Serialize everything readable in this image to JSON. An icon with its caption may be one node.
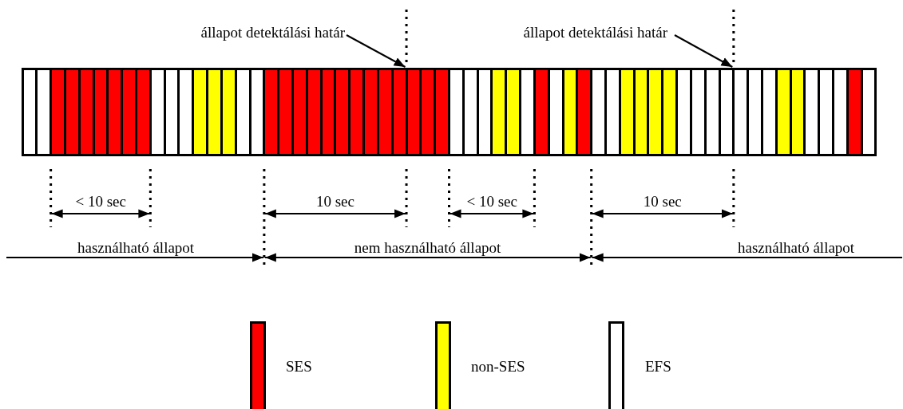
{
  "diagram": {
    "nodes": [
      {
        "text": [
          "állapot detektálási határ"
        ]
      },
      {
        "text": [
          "állapot detektálási határ"
        ]
      },
      {
        "text": [],
        "shape": "bar"
      },
      {
        "text": [],
        "shape": "bar"
      },
      {
        "text": [],
        "shape": "bar"
      },
      {
        "text": [],
        "shape": "bar"
      },
      {
        "text": [],
        "shape": "bar"
      },
      {
        "text": [],
        "shape": "bar"
      },
      {
        "text": [],
        "shape": "bar"
      },
      {
        "text": [],
        "shape": "bar"
      },
      {
        "text": [],
        "shape": "bar"
      },
      {
        "text": [],
        "shape": "bar"
      },
      {
        "text": [],
        "shape": "bar"
      },
      {
        "text": [],
        "shape": "bar"
      },
      {
        "text": [],
        "shape": "bar"
      },
      {
        "text": [],
        "shape": "bar"
      },
      {
        "text": [],
        "shape": "bar"
      },
      {
        "text": [],
        "shape": "bar"
      },
      {
        "text": [],
        "shape": "bar"
      },
      {
        "text": [],
        "shape": "bar"
      },
      {
        "text": [],
        "shape": "bar"
      },
      {
        "text": [],
        "shape": "bar"
      },
      {
        "text": [],
        "shape": "bar"
      },
      {
        "text": [],
        "shape": "bar"
      },
      {
        "text": [],
        "shape": "bar"
      },
      {
        "text": [],
        "shape": "bar"
      },
      {
        "text": [],
        "shape": "bar"
      },
      {
        "text": [],
        "shape": "bar"
      },
      {
        "text": [],
        "shape": "bar"
      },
      {
        "text": [],
        "shape": "bar"
      },
      {
        "text": [],
        "shape": "bar"
      },
      {
        "text": [],
        "shape": "bar"
      },
      {
        "text": [],
        "shape": "bar"
      },
      {
        "text": [],
        "shape": "bar"
      },
      {
        "text": [],
        "shape": "bar"
      },
      {
        "text": [],
        "shape": "bar"
      },
      {
        "text": [],
        "shape": "bar"
      },
      {
        "text": [],
        "shape": "bar"
      },
      {
        "text": [],
        "shape": "bar"
      },
      {
        "text": [],
        "shape": "bar"
      },
      {
        "text": [],
        "shape": "bar"
      },
      {
        "text": [],
        "shape": "bar"
      },
      {
        "text": [],
        "shape": "bar"
      },
      {
        "text": [],
        "shape": "bar"
      },
      {
        "text": [],
        "shape": "bar"
      },
      {
        "text": [],
        "shape": "bar"
      },
      {
        "text": [],
        "shape": "bar"
      },
      {
        "text": [],
        "shape": "bar"
      },
      {
        "text": [],
        "shape": "bar"
      },
      {
        "text": [],
        "shape": "bar"
      },
      {
        "text": [],
        "shape": "bar"
      },
      {
        "text": [],
        "shape": "bar"
      },
      {
        "text": [],
        "shape": "bar"
      },
      {
        "text": [],
        "shape": "bar"
      },
      {
        "text": [],
        "shape": "bar"
      },
      {
        "text": [],
        "shape": "bar"
      },
      {
        "text": [],
        "shape": "bar"
      },
      {
        "text": [],
        "shape": "bar"
      },
      {
        "text": [],
        "shape": "bar"
      },
      {
        "text": [],
        "shape": "bar"
      },
      {
        "text": [],
        "shape": "bar"
      },
      {
        "text": [],
        "shape": "bar"
      }
    ],
    "edges": [
      {
        "from": 0,
        "to": 28,
        "arrow": "to"
      },
      {
        "from": 1,
        "to": 51,
        "arrow": "to"
      }
    ],
    "labels": [
      "< 10 sec",
      "10 sec",
      "< 10 sec",
      "10 sec",
      "használható állapot",
      "nem használható állapot",
      "használható állapot"
    ],
    "legend": [
      {
        "text": "SES",
        "color": "#ff0000"
      },
      {
        "text": "non-SES",
        "color": "#ffff00"
      },
      {
        "text": "EFS",
        "color": "#ffffff"
      }
    ]
  }
}
